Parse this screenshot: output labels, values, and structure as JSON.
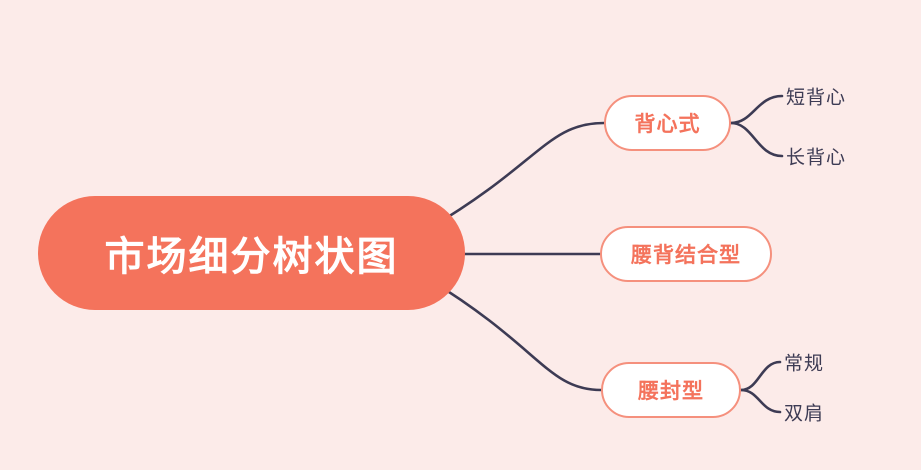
{
  "diagram": {
    "title": "市场细分树状图",
    "root": {
      "label": "市场细分树状图"
    },
    "branches": [
      {
        "label": "背心式",
        "children": [
          {
            "label": "短背心"
          },
          {
            "label": "长背心"
          }
        ]
      },
      {
        "label": "腰背结合型",
        "children": []
      },
      {
        "label": "腰封型",
        "children": [
          {
            "label": "常规"
          },
          {
            "label": "双肩"
          }
        ]
      }
    ],
    "colors": {
      "background": "#fcebe9",
      "accent": "#f4735c",
      "branch_border": "#f5907d",
      "branch_fill": "#ffffff",
      "line": "#3d3b54",
      "root_text": "#ffffff"
    }
  }
}
